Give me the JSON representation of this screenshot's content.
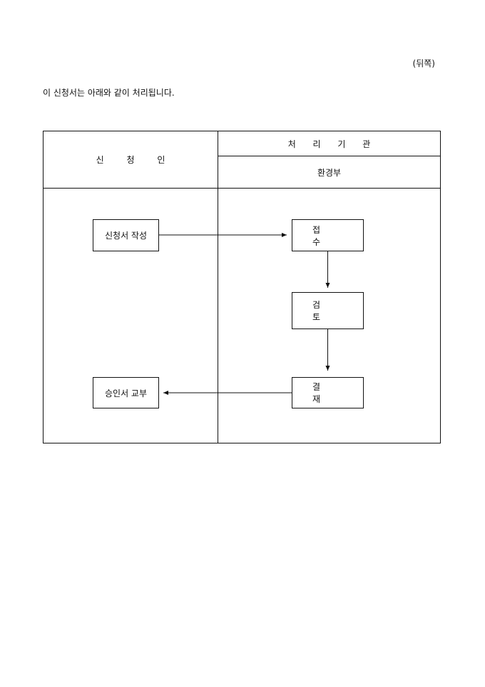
{
  "page_label": "(뒤쪽)",
  "intro": "이 신청서는 아래와 같이 처리됩니다.",
  "table": {
    "applicant_header": "신 청 인",
    "agency_header": "처 리 기 관",
    "agency_name": "환경부"
  },
  "flow": {
    "write_application": "신청서 작성",
    "receipt": "접 수",
    "review": "검 토",
    "approval": "결 재",
    "issue_approval": "승인서 교부"
  }
}
